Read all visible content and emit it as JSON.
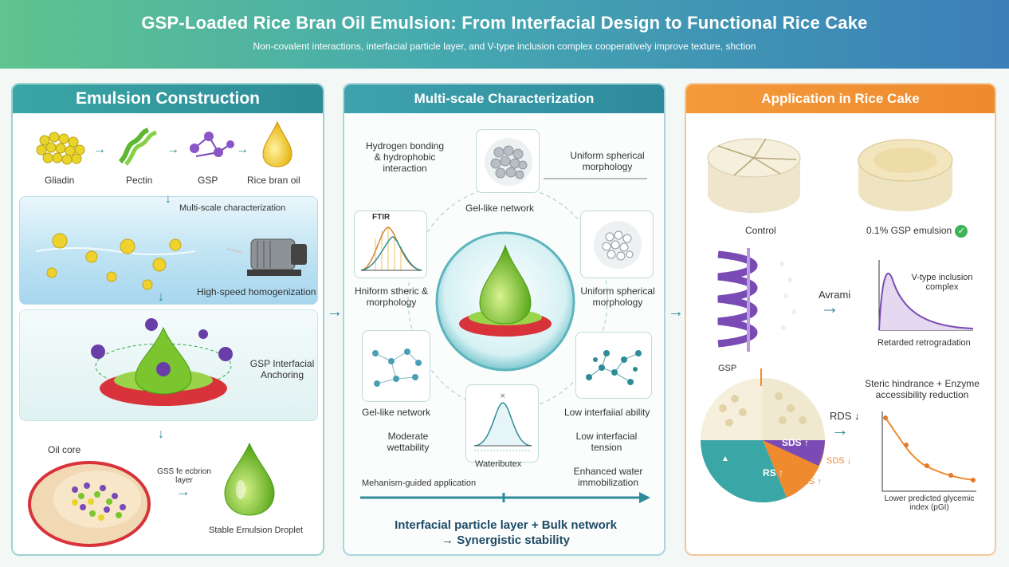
{
  "header": {
    "title": "GSP-Loaded Rice Bran Oil Emulsion: From Interfacial Design to Functional Rice Cake",
    "subtitle": "Non-covalent interactions, interfacial particle layer, and V-type inclusion complex cooperatively improve texture, shction"
  },
  "panel1": {
    "title": "Emulsion Construction",
    "ingredients": [
      "Gliadin",
      "Pectin",
      "GSP",
      "Rice bran oil"
    ],
    "step1_label": "Multi-scale characterization",
    "step1_caption": "High-speed homogenization",
    "step2_caption": "GSP Interfacial Anchoring",
    "oil_core": "Oil core",
    "layer_label": "GSS fe ecbrion layer",
    "droplet_caption": "Stable Emulsion Droplet"
  },
  "panel2": {
    "title": "Multi-scale Characterization",
    "hbond": "Hydrogen bonding & hydrophobic interaction",
    "ftir": "FTIR",
    "gel_top": "Gel-like network",
    "uniform_top": "Uniform spherical morphology",
    "hniform": "Hniform stheric & morphology",
    "uniform_mid": "Uniform spherical morphology",
    "gel_bottom": "Gel-like network",
    "low_ability": "Low interfaiial ability",
    "moderate": "Moderate wettability",
    "low_tension": "Low interfacial tension",
    "water_label": "Wateributex",
    "enhanced": "Enhanced water immobilization",
    "mechanism": "Mehanism-guided application",
    "conclusion_line1": "Interfacial particle layer + Bulk network",
    "conclusion_line2": "→ Synergistic stability"
  },
  "panel3": {
    "title": "Application in Rice Cake",
    "control": "Control",
    "treated": "0.1% GSP emulsion",
    "avrami": "Avrami",
    "vtype": "V-type inclusion complex",
    "retarded": "Retarded retrogradation",
    "gsp": "GSP",
    "steric": "Steric hindrance + Enzyme accessibility reduction",
    "rds": "RDS ↓",
    "sds_up": "SDS ↑",
    "rs_up": "RS ↑",
    "sds_down": "SDS ↓",
    "rs_small": "RS ↑",
    "pgi": "Lower predicted glycemic index (pGI)",
    "pie_marker": "▲"
  },
  "colors": {
    "teal": "#3aa6a6",
    "orange": "#ef8a2e",
    "green_droplet": "#7bc62e",
    "red_particles": "#d8323a",
    "purple": "#7a4bb5"
  }
}
